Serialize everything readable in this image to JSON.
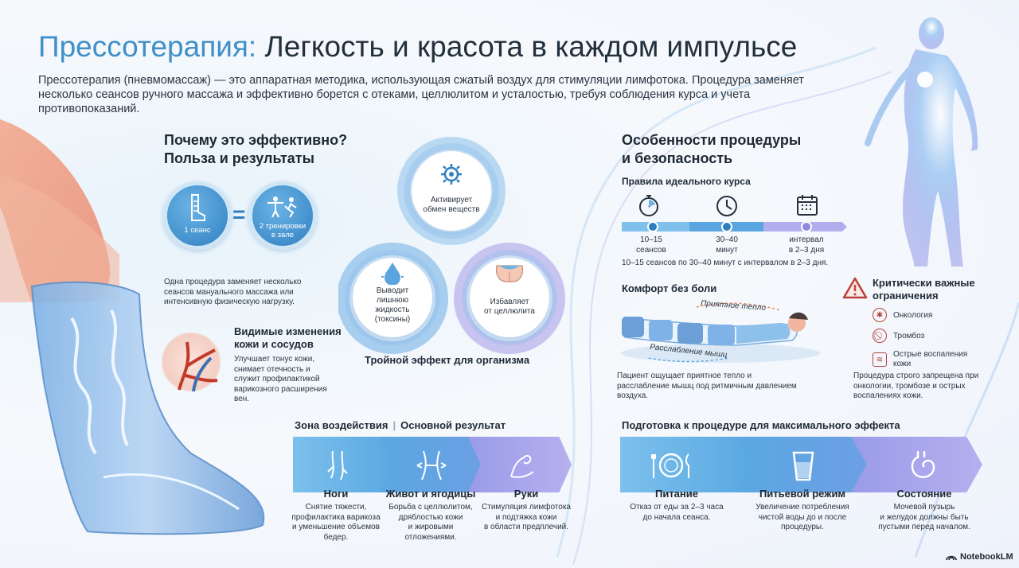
{
  "header": {
    "title_accent": "Прессотерапия:",
    "title_rest": " Легкость и красота в каждом импульсе",
    "intro": "Прессотерапия (пневмомассаж) — это аппаратная методика, использующая сжатый воздух для стимуляции лимфотока. Процедура заменяет несколько сеансов ручного массажа и эффективно борется с отеками, целлюлитом и усталостью, требуя соблюдения курса и учета противопоказаний."
  },
  "benefits": {
    "heading_line1": "Почему это эффективно?",
    "heading_line2": "Польза и результаты",
    "badge_session": "1 сеанс",
    "equals": "=",
    "badge_workouts_line1": "2 тренировки",
    "badge_workouts_line2": "в зале",
    "replace_text": "Одна процедура заменяет несколько сеансов мануального массажа или интенсивную физическую нагрузку.",
    "visible_title_line1": "Видимые изменения",
    "visible_title_line2": "кожи и сосудов",
    "visible_text": "Улучшает тонус кожи, снимает отечность и служит профилактикой варикозного расширения вен."
  },
  "triple": {
    "metabolism_line1": "Активирует",
    "metabolism_line2": "обмен веществ",
    "fluid_line1": "Выводит",
    "fluid_line2": "лишнюю",
    "fluid_line3": "жидкость",
    "fluid_line4": "(токсины)",
    "cellulite_line1": "Избавляет",
    "cellulite_line2": "от целлюлита",
    "caption": "Тройной эффект для организма"
  },
  "zones": {
    "header_left": "Зона воздействия",
    "header_right": "Основной результат",
    "items": [
      {
        "title": "Ноги",
        "desc_line1": "Снятие тяжести,",
        "desc_line2": "профилактика варикоза",
        "desc_line3": "и уменьшение объемов",
        "desc_line4": "бедер."
      },
      {
        "title": "Живот и ягодицы",
        "desc_line1": "Борьба с целлюлитом,",
        "desc_line2": "дряблостью кожи",
        "desc_line3": "и жировыми",
        "desc_line4": "отложениями."
      },
      {
        "title": "Руки",
        "desc_line1": "Стимуляция лимфотока",
        "desc_line2": "и подтяжка кожи",
        "desc_line3": "в области предплечий.",
        "desc_line4": ""
      }
    ]
  },
  "procedure": {
    "heading_line1": "Особенности процедуры",
    "heading_line2": "и безопасность",
    "course_title": "Правила идеального курса",
    "steps": [
      {
        "line1": "10–15",
        "line2": "сеансов"
      },
      {
        "line1": "30–40",
        "line2": "минут"
      },
      {
        "line1": "интервал",
        "line2": "в 2–3 дня"
      }
    ],
    "course_summary": "10–15 сеансов по 30–40 минут с интервалом в 2–3 дня.",
    "comfort_title": "Комфорт без боли",
    "warm_label": "Приятное тепло",
    "relax_label": "Расслабление мышц",
    "comfort_text": "Пациент ощущает приятное тепло и расслабление мышц под ритмичным давлением воздуха."
  },
  "contra": {
    "title_line1": "Критически важные",
    "title_line2": "ограничения",
    "items": [
      "Онкология",
      "Тромбоз",
      "Острые воспаления кожи"
    ],
    "note": "Процедура строго запрещена при онкологии, тромбозе и острых воспалениях кожи."
  },
  "prep": {
    "heading": "Подготовка к процедуре для максимального эффекта",
    "items": [
      {
        "title": "Питание",
        "desc_line1": "Отказ от еды за 2–3 часа",
        "desc_line2": "до начала сеанса.",
        "desc_line3": ""
      },
      {
        "title": "Питьевой режим",
        "desc_line1": "Увеличение потребления",
        "desc_line2": "чистой воды до и после",
        "desc_line3": "процедуры."
      },
      {
        "title": "Состояние",
        "desc_line1": "Мочевой пузырь",
        "desc_line2": "и желудок должны быть",
        "desc_line3": "пустыми перед началом."
      }
    ]
  },
  "brand": "NotebookLM",
  "icons": [
    "boot-icon",
    "workout-icon",
    "veins-icon",
    "gear-icon",
    "drop-icon",
    "hips-icon",
    "stopwatch-icon",
    "clock-icon",
    "calendar-icon",
    "warning-icon",
    "virus-icon",
    "no-clot-icon",
    "skin-icon",
    "legs-icon",
    "waist-icon",
    "arm-icon",
    "plate-icon",
    "glass-icon",
    "stomach-icon"
  ],
  "colors": {
    "accent": "#3f8fc8",
    "blue": "#6fb3e6",
    "violet": "#a9a4e8",
    "warn": "#b9433a"
  }
}
